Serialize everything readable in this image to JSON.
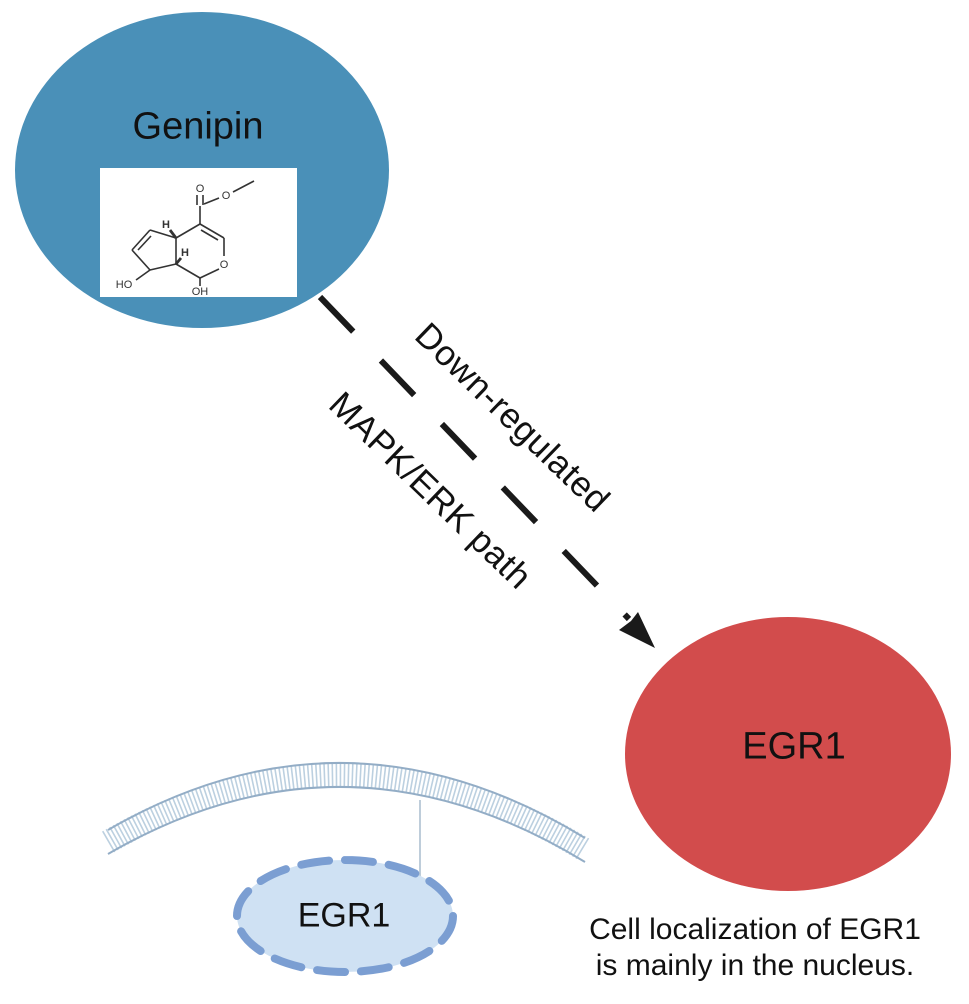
{
  "colors": {
    "genipin_fill": "#4a90b8",
    "egr1_fill": "#d24c4c",
    "nucleus_fill": "#cfe1f3",
    "nucleus_border": "#7b9ed2",
    "membrane_band": "#bcd0e0",
    "membrane_edge": "#93adc6",
    "arrow_color": "#1a1a1a",
    "text_color": "#111111"
  },
  "nodes": {
    "genipin": {
      "label": "Genipin"
    },
    "egr1": {
      "label": "EGR1"
    },
    "nucleus_egr1": {
      "label": "EGR1"
    }
  },
  "arrow": {
    "label_line1": "Down-regulated",
    "label_line2": "MAPK/ERK path"
  },
  "caption": {
    "line1": "Cell localization of EGR1",
    "line2": "is mainly in the nucleus."
  },
  "molecule": {
    "labels": {
      "carbonyl_o": "O",
      "ester_o": "O",
      "ring_o": "O",
      "hydroxyl": "OH",
      "hydroxymethyl": "HO",
      "h_top": "H",
      "h_bottom": "H"
    }
  }
}
